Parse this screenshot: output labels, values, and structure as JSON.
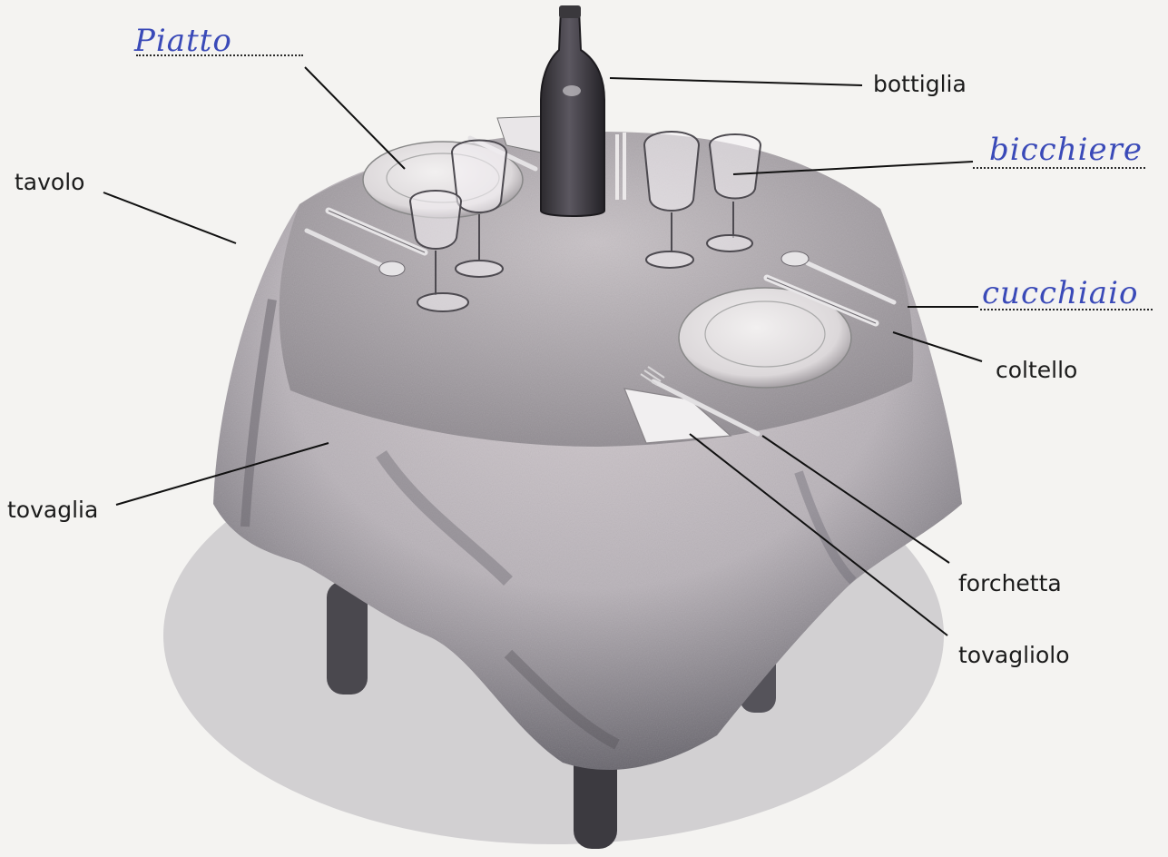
{
  "labels": {
    "bottiglia": "bottiglia",
    "tavolo": "tavolo",
    "coltello": "coltello",
    "tovaglia": "tovaglia",
    "forchetta": "forchetta",
    "tovagliolo": "tovagliolo"
  },
  "handwritten": {
    "piatto": "Piatto",
    "bicchiere": "bicchiere",
    "cucchiaio": "cucchiaio"
  },
  "colors": {
    "ink": "#1b1b1b",
    "handwriting": "#3a4ab8"
  }
}
